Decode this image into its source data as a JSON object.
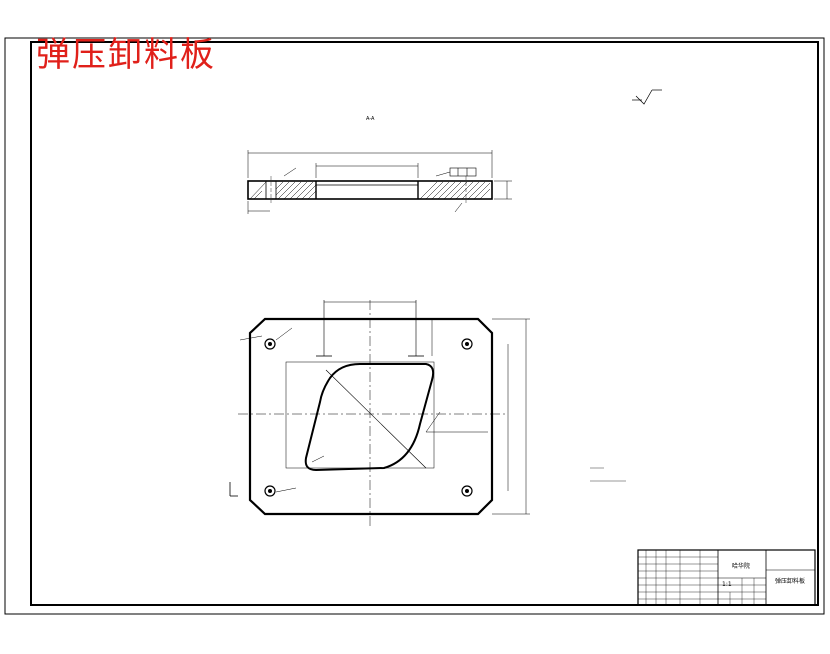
{
  "title": "弹压卸料板",
  "title_block": {
    "school": "哈华院",
    "drawing_name": "弹压卸料板",
    "scale": "1:1"
  }
}
